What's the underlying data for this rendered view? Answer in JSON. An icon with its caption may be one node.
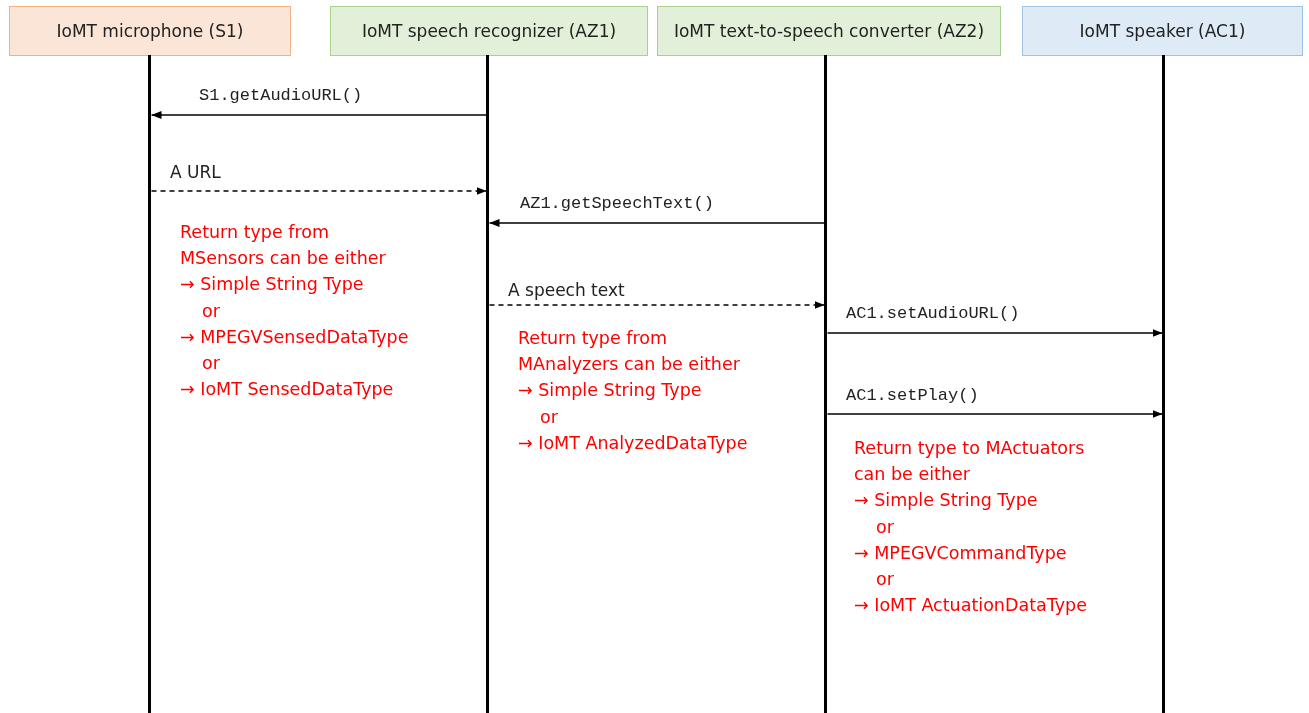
{
  "diagram": {
    "nodes": [
      {
        "text": [
          "IoMT microphone (S1)"
        ]
      },
      {
        "text": [
          "IoMT speech recognizer (AZ1)"
        ]
      },
      {
        "text": [
          "IoMT text-to-speech converter (AZ2)"
        ]
      },
      {
        "text": [
          "IoMT speaker (AC1)"
        ]
      }
    ],
    "edges": [
      {
        "from": 1,
        "to": 0,
        "arrow": "to",
        "label": "S1.getAudioURL()"
      },
      {
        "from": 0,
        "to": 1,
        "arrow": "to",
        "label": "A URL",
        "style": "dashed"
      },
      {
        "from": 2,
        "to": 1,
        "arrow": "to",
        "label": "AZ1.getSpeechText()"
      },
      {
        "from": 1,
        "to": 2,
        "arrow": "to",
        "label": "A speech text",
        "style": "dashed"
      },
      {
        "from": 2,
        "to": 3,
        "arrow": "to",
        "label": "AC1.setAudioURL()"
      },
      {
        "from": 2,
        "to": 3,
        "arrow": "to",
        "label": "AC1.setPlay()"
      }
    ],
    "labels": [
      "Return type from",
      "MSensors can be either",
      "→  Simple String Type",
      "or",
      "→  MPEGVSensedDataType",
      "or",
      "→  IoMT SensedDataType",
      "Return type from",
      "MAnalyzers can be either",
      "→  Simple String Type",
      "or",
      "→  IoMT AnalyzedDataType",
      "Return type to MActuators",
      "can be either",
      "→  Simple String Type",
      "or",
      "→  MPEGVCommandType",
      "or",
      "→  IoMT ActuationDataType"
    ]
  }
}
